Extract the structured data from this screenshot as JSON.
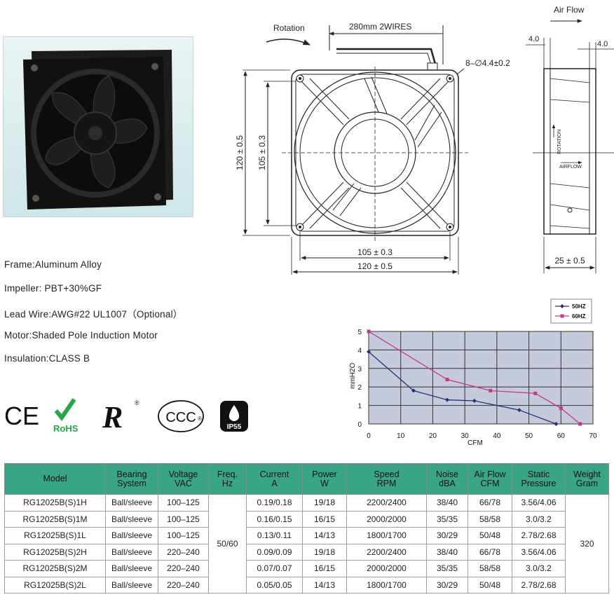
{
  "drawing": {
    "rotation_label": "Rotation",
    "wire_label": "280mm 2WIRES",
    "holes_label": "8–∅4.4±0.2",
    "airflow_label": "Air Flow",
    "dim_height_outer": "120 ± 0.5",
    "dim_height_inner": "105 ± 0.3",
    "dim_width_inner": "105 ± 0.3",
    "dim_width_outer": "120 ± 0.5",
    "dim_depth": "25 ± 0.5",
    "dim_flange_left": "4.0",
    "dim_flange_right": "4.0",
    "side_rotation_text": "ROTATION",
    "side_airflow_text": "AIRFLOW"
  },
  "specs": [
    "Frame:Aluminum Alloy",
    "Impeller: PBT+30%GF",
    "Lead Wire:AWG#22 UL1007（Optional）",
    "Motor:Shaded Pole Induction Motor",
    "Insulation:CLASS B"
  ],
  "certs": {
    "ce": "CE",
    "rohs": "RoHS",
    "ur": "R",
    "ur_reg": "®",
    "ccc": "CCC",
    "ccc_reg": "®",
    "ip": "IP55"
  },
  "chart_data": {
    "type": "line",
    "xlabel": "CFM",
    "ylabel": "mmH2O",
    "xlim": [
      0,
      70
    ],
    "ylim": [
      0,
      5
    ],
    "x_ticks": [
      0,
      10,
      20,
      30,
      40,
      50,
      60,
      70
    ],
    "y_ticks": [
      0,
      1,
      2,
      3,
      4,
      5
    ],
    "grid": true,
    "legend_position": "top-right",
    "series": [
      {
        "name": "50HZ",
        "color": "#2b2d7a",
        "marker": "diamond",
        "x": [
          0,
          14,
          24.5,
          33,
          47,
          58.5
        ],
        "y": [
          3.9,
          1.8,
          1.3,
          1.25,
          0.75,
          0.0
        ]
      },
      {
        "name": "60HZ",
        "color": "#c8378a",
        "marker": "square",
        "x": [
          0,
          24.5,
          38,
          52,
          60,
          66
        ],
        "y": [
          5.0,
          2.4,
          1.8,
          1.65,
          0.85,
          0.0
        ]
      }
    ]
  },
  "table": {
    "headers": [
      "Model",
      "Bearing\nSystem",
      "Voltage\nVAC",
      "Freq.\nHz",
      "Current\nA",
      "Power\nW",
      "Speed\nRPM",
      "Noise\ndBA",
      "Air Flow\nCFM",
      "Static\nPressure",
      "Weight\nGram"
    ],
    "frequency": "50/60",
    "weight": "320",
    "rows": [
      [
        "RG12025B(S)1H",
        "Ball/sleeve",
        "100–125",
        "0.19/0.18",
        "19/18",
        "2200/2400",
        "38/40",
        "66/78",
        "3.56/4.06"
      ],
      [
        "RG12025B(S)1M",
        "Ball/sleeve",
        "100–125",
        "0.16/0.15",
        "16/15",
        "2000/2000",
        "35/35",
        "58/58",
        "3.0/3.2"
      ],
      [
        "RG12025B(S)1L",
        "Ball/sleeve",
        "100–125",
        "0.13/0.11",
        "14/13",
        "1800/1700",
        "30/29",
        "50/48",
        "2.78/2.68"
      ],
      [
        "RG12025B(S)2H",
        "Ball/sleeve",
        "220–240",
        "0.09/0.09",
        "19/18",
        "2200/2400",
        "38/40",
        "66/78",
        "3.56/4.06"
      ],
      [
        "RG12025B(S)2M",
        "Ball/sleeve",
        "220–240",
        "0.07/0.07",
        "16/15",
        "2000/2000",
        "35/35",
        "58/58",
        "3.0/3.2"
      ],
      [
        "RG12025B(S)2L",
        "Ball/sleeve",
        "220–240",
        "0.05/0.05",
        "14/13",
        "1800/1700",
        "30/29",
        "50/48",
        "2.78/2.68"
      ]
    ]
  },
  "colors": {
    "table_header": "#3aa586",
    "chart_plot_bg": "#c6cbdb",
    "series_50hz": "#2b2d7a",
    "series_60hz": "#c8378a",
    "rohs_green": "#2aa64a"
  }
}
